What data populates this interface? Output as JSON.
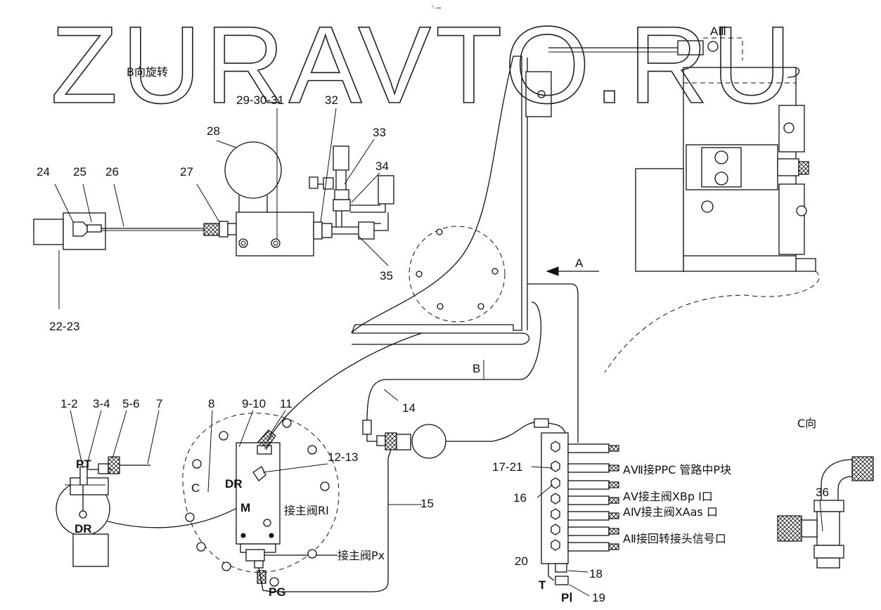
{
  "watermark": "ZURAVTO.RU",
  "top_mark": "⁰₀ ₐₐₐ",
  "views": {
    "b_rotation": "B向旋转",
    "c_view": "C向",
    "arrow_a": "A",
    "mark_b": "B",
    "mark_c": "C",
    "port_a3": "AⅢ"
  },
  "callouts": {
    "p1_2": "1-2",
    "p3_4": "3-4",
    "p5_6": "5-6",
    "p7": "7",
    "p8": "8",
    "p9_10": "9-10",
    "p11": "11",
    "p12_13": "12-13",
    "p14": "14",
    "p15": "15",
    "p16": "16",
    "p17_21": "17-21",
    "p18": "18",
    "p19": "19",
    "p20": "20",
    "p22_23": "22-23",
    "p24": "24",
    "p25": "25",
    "p26": "26",
    "p27": "27",
    "p28": "28",
    "p29_31": "29-30-31",
    "p32": "32",
    "p33": "33",
    "p34": "34",
    "p35": "35",
    "p36": "36"
  },
  "ports": {
    "pt": "PT",
    "dr_left": "DR",
    "dr_block": "DR",
    "m": "M",
    "pg": "PG",
    "t": "T",
    "p1": "PⅠ"
  },
  "connections": {
    "to_main_r1": "接主阀RⅠ",
    "to_main_px": "接主阀Px",
    "a7": "AⅦ接PPC 管路中P块",
    "a5": "AⅤ接主阀XBp Ⅰ口",
    "a4": "AⅣ接主阀XAas 口",
    "a2": "AⅡ接回转接头信号口"
  }
}
